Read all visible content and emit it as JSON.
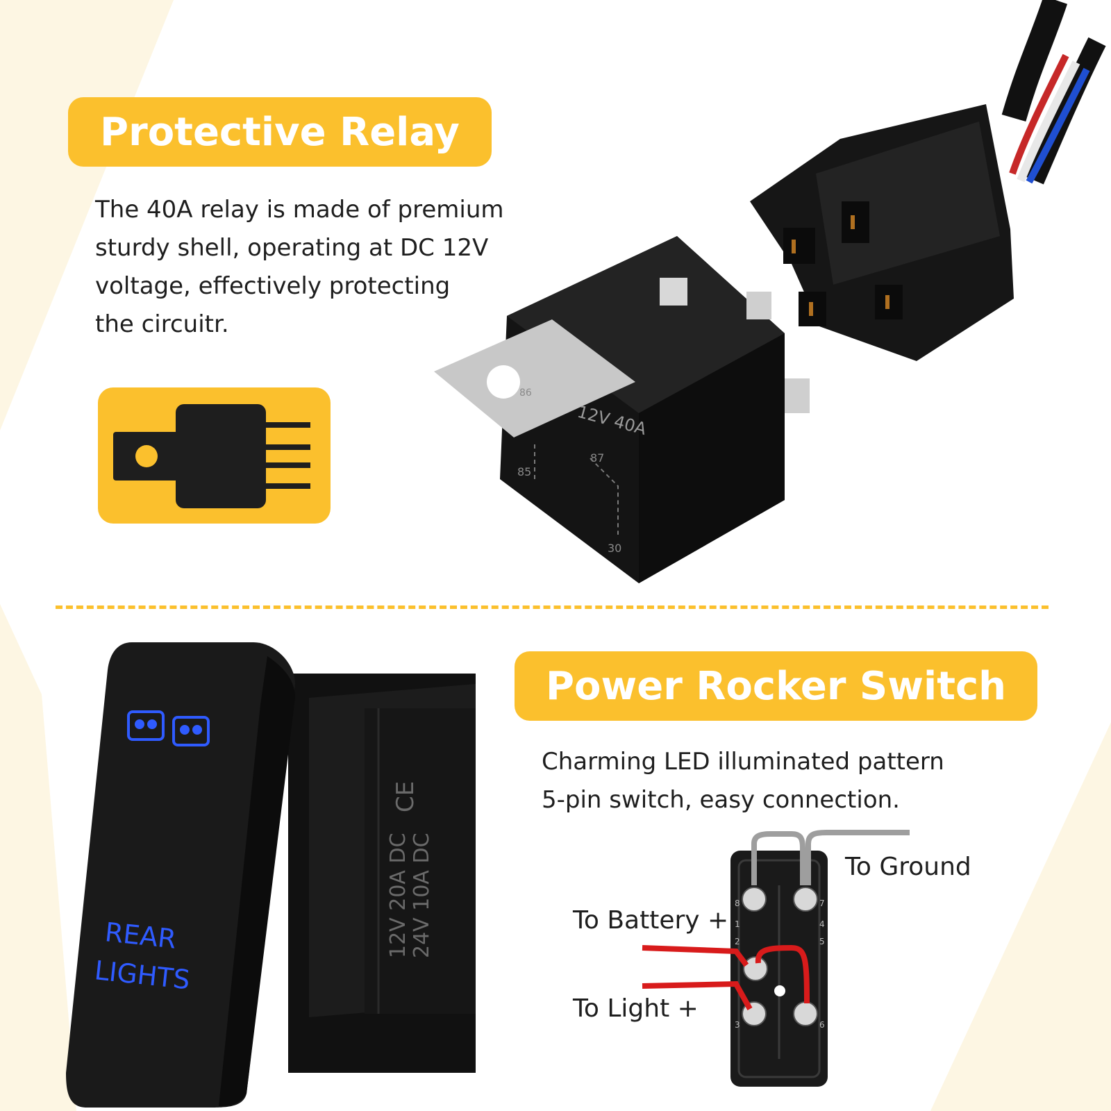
{
  "relay_section": {
    "title": "Protective Relay",
    "description_lines": [
      "The 40A relay is made of premium",
      "sturdy shell, operating at DC 12V",
      "voltage, effectively protecting",
      "the circuitr."
    ],
    "relay_body_text": "12V 40A",
    "pin_labels": [
      "85",
      "87",
      "30",
      "86"
    ]
  },
  "switch_section": {
    "title": "Power Rocker Switch",
    "description_lines": [
      "Charming LED illuminated pattern",
      "5-pin switch, easy connection."
    ],
    "rocker_label_lines": [
      "REAR",
      "LIGHTS"
    ],
    "side_marking_lines": [
      "12V 20A DC",
      "24V 10A DC"
    ],
    "ce_mark": "CE",
    "wiring": {
      "to_ground": "To Ground",
      "to_battery": "To Battery +",
      "to_light": "To Light +",
      "pin_numbers": [
        "8",
        "1",
        "2",
        "3",
        "7",
        "4",
        "5",
        "6"
      ]
    }
  },
  "colors": {
    "accent": "#fbc02d",
    "background_stripe": "#fdf6e3",
    "led_blue": "#2f5bff",
    "wire_red": "#d81b1b",
    "wire_gray": "#9e9e9e"
  },
  "icons": [
    "relay-icon",
    "rocker-switch-illustration",
    "relay-illustration"
  ]
}
